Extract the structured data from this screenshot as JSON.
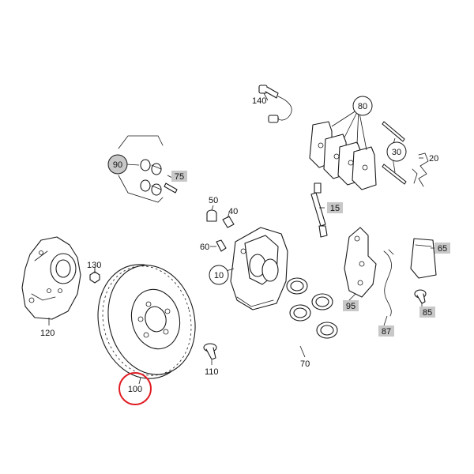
{
  "labels": {
    "l140": "140",
    "l80": "80",
    "l30": "30",
    "l20": "20",
    "l90": "90",
    "l75": "75",
    "l50": "50",
    "l40": "40",
    "l15": "15",
    "l60": "60",
    "l65": "65",
    "l130": "130",
    "l10": "10",
    "l95": "95",
    "l85": "85",
    "l120": "120",
    "l87": "87",
    "l110": "110",
    "l70": "70",
    "l100": "100"
  },
  "colors": {
    "highlight_circle": "#e01b22",
    "grey_box": "#c8c8c8",
    "line": "#1a1a1a"
  },
  "highlighted_part": "100"
}
